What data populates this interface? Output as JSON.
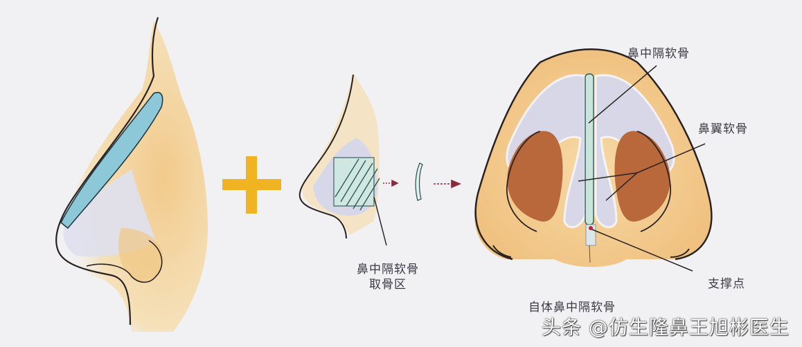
{
  "diagram": {
    "type": "medical-illustration",
    "subject": "autologous septal cartilage rhinoplasty",
    "panels": [
      {
        "id": "side-view-implant",
        "description": "nose side profile with dorsal implant"
      },
      {
        "id": "operator",
        "symbol": "+"
      },
      {
        "id": "side-view-harvest",
        "description": "septal cartilage harvest area"
      },
      {
        "id": "graft-piece",
        "description": "harvested cartilage strip"
      },
      {
        "id": "base-view",
        "description": "nose base view with septal extension graft"
      }
    ],
    "colors": {
      "background": "#f1f1f3",
      "skin": "#f2c98a",
      "skin_light": "#f7e2b8",
      "implant_blue": "#8cc8d8",
      "cartilage": "#d7d9ec",
      "nostril": "#b8683a",
      "plus": "#f0b322",
      "arrow": "#8a2a3a",
      "outline": "#2a2222"
    }
  },
  "labels": {
    "septal_cartilage_top": "鼻中隔软骨",
    "alar_cartilage": "鼻翼软骨",
    "harvest_area_line1": "鼻中隔软骨",
    "harvest_area_line2": "取骨区",
    "support_point": "支撑点",
    "autologous_septal": "自体鼻中隔软骨"
  },
  "watermark": {
    "text": "头条 @仿生隆鼻王旭彬医生"
  }
}
